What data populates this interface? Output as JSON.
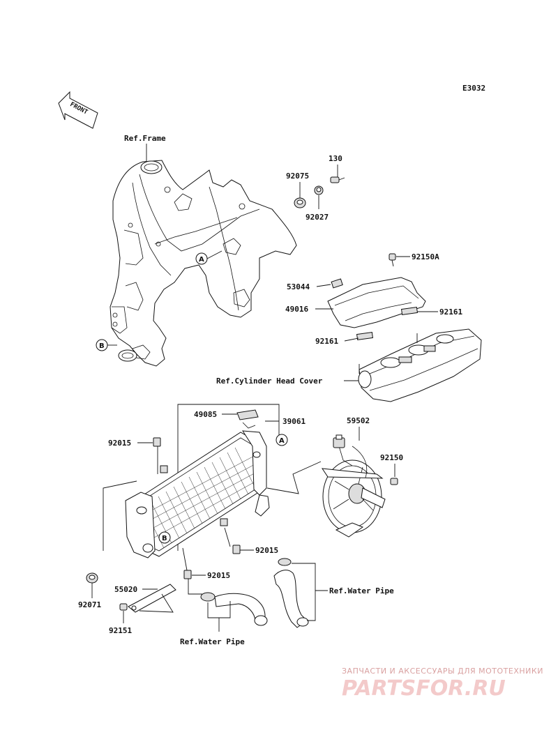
{
  "diagram_code": "E3032",
  "front_label": "FRONT",
  "ref_labels": {
    "frame": "Ref.Frame",
    "cylinder_head_cover": "Ref.Cylinder Head Cover",
    "water_pipe_right": "Ref.Water Pipe",
    "water_pipe_bottom": "Ref.Water Pipe"
  },
  "callouts": {
    "a": "A",
    "b": "B"
  },
  "parts": {
    "p130": "130",
    "p92075": "92075",
    "p92027": "92027",
    "p92150A": "92150A",
    "p53044": "53044",
    "p49016": "49016",
    "p92161a": "92161",
    "p92161b": "92161",
    "p49085": "49085",
    "p39061": "39061",
    "p59502": "59502",
    "p92150": "92150",
    "p92015a": "92015",
    "p92015b": "92015",
    "p92015c": "92015",
    "p92071": "92071",
    "p55020": "55020",
    "p92151": "92151"
  },
  "watermark": {
    "tagline": "ЗАПЧАСТИ И АКСЕССУАРЫ ДЛЯ МОТОТЕХНИКИ",
    "brand": "PARTSFOR.RU"
  }
}
